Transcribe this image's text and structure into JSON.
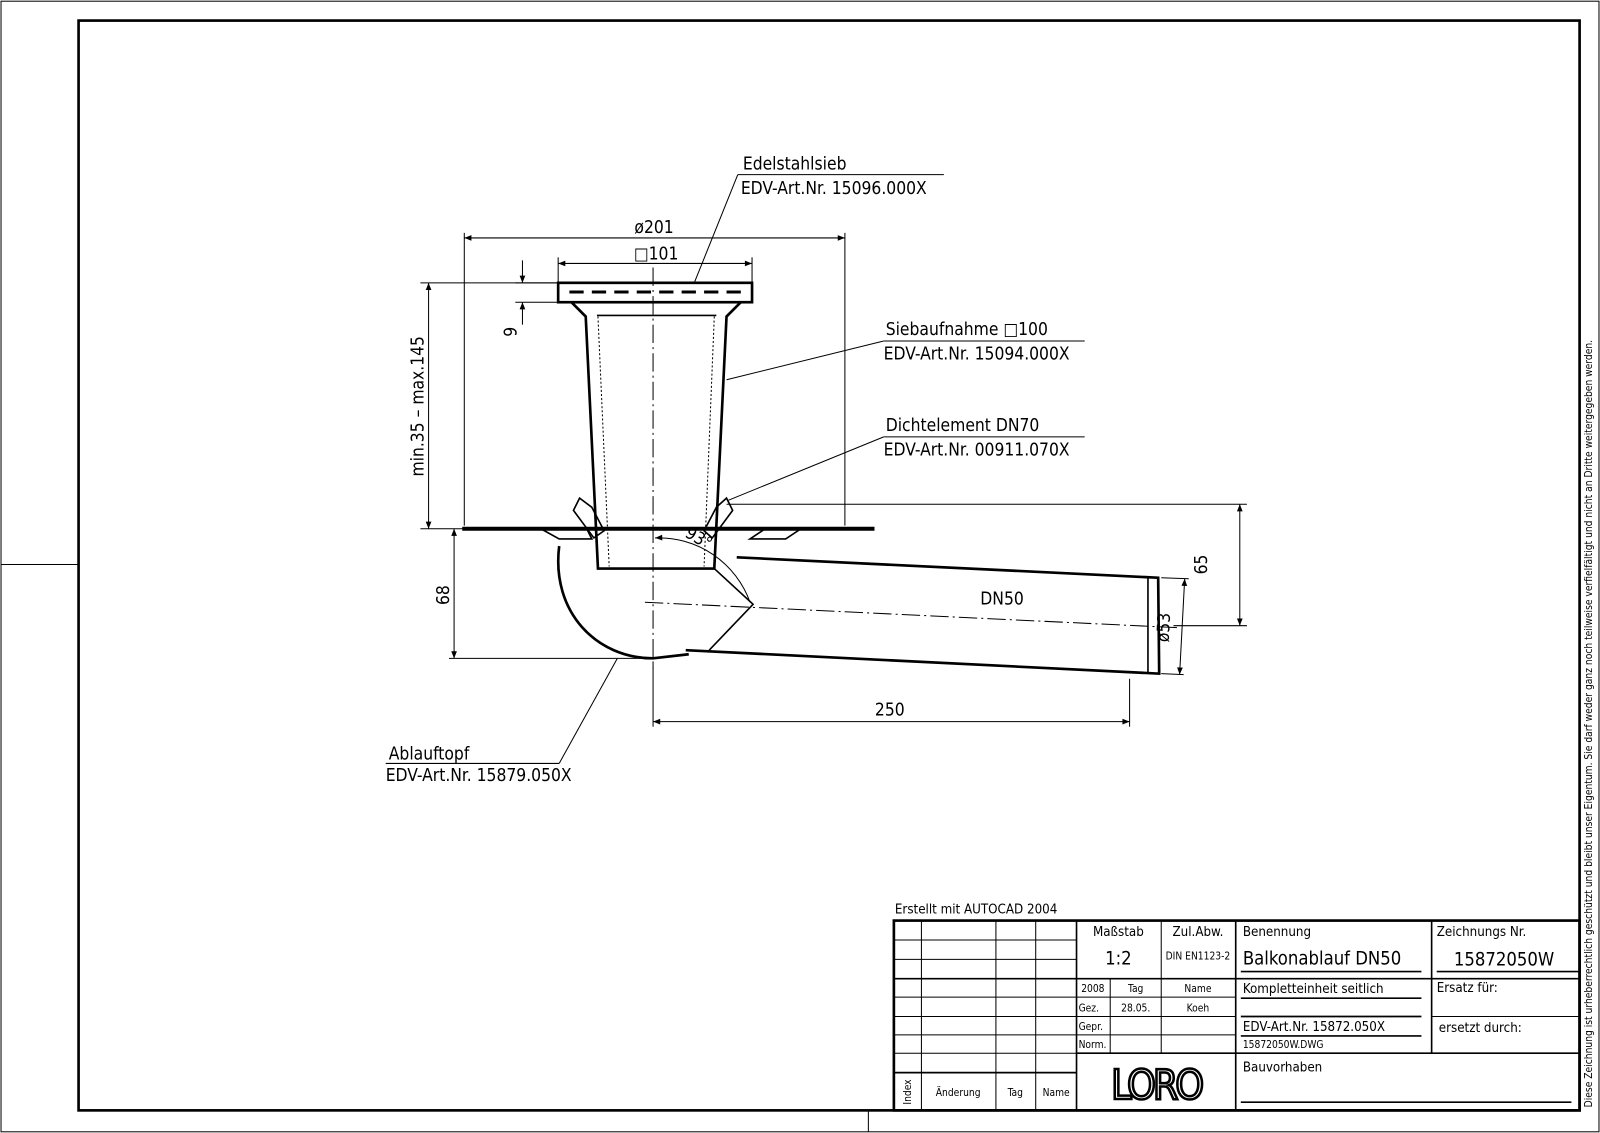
{
  "drawing": {
    "labels": {
      "edelstahlsieb": {
        "name": "Edelstahlsieb",
        "art": "EDV-Art.Nr. 15096.000X"
      },
      "siebaufnahme": {
        "name": "Siebaufnahme □100",
        "art": "EDV-Art.Nr. 15094.000X"
      },
      "dichtelement": {
        "name": "Dichtelement DN70",
        "art": "EDV-Art.Nr. 00911.070X"
      },
      "ablauftopf": {
        "name": "Ablauftopf",
        "art": "EDV-Art.Nr. 15879.050X"
      }
    },
    "dimensions": {
      "diameter_201": "ø201",
      "square_101": "□101",
      "nine": "9",
      "height_range": "min.35 – max.145",
      "sixty_eight": "68",
      "sixty_five": "65",
      "diameter_53": "ø53",
      "length_250": "250",
      "angle": "93°",
      "pipe": "DN50"
    }
  },
  "title_block": {
    "created_with": "Erstellt mit AUTOCAD 2004",
    "scale_label": "Maßstab",
    "scale_value": "1:2",
    "tolerance_label": "Zul.Abw.",
    "tolerance_value": "DIN EN1123-2",
    "year": "2008",
    "day_label": "Tag",
    "name_label": "Name",
    "drawn_label": "Gez.",
    "drawn_date": "28.05.",
    "drawn_name": "Koeh",
    "checked_label": "Gepr.",
    "norm_label": "Norm.",
    "designation_label": "Benennung",
    "designation": "Balkonablauf DN50",
    "subtitle": "Kompletteinheit seitlich",
    "article": "EDV-Art.Nr. 15872.050X",
    "file": "15872050W.DWG",
    "drawing_no_label": "Zeichnungs Nr.",
    "drawing_no": "15872050W",
    "replaces_label": "Ersatz für:",
    "replaced_by_label": "ersetzt durch:",
    "project_label": "Bauvorhaben",
    "revision_headers": [
      "Index",
      "Änderung",
      "Tag",
      "Name"
    ],
    "logo": "LORO"
  },
  "copyright_note": "Diese Zeichnung ist urheberrechtlich geschützt und bleibt unser Eigentum. Sie darf weder ganz noch teilweise verfielfältigt und nicht an Dritte weitergegeben werden."
}
